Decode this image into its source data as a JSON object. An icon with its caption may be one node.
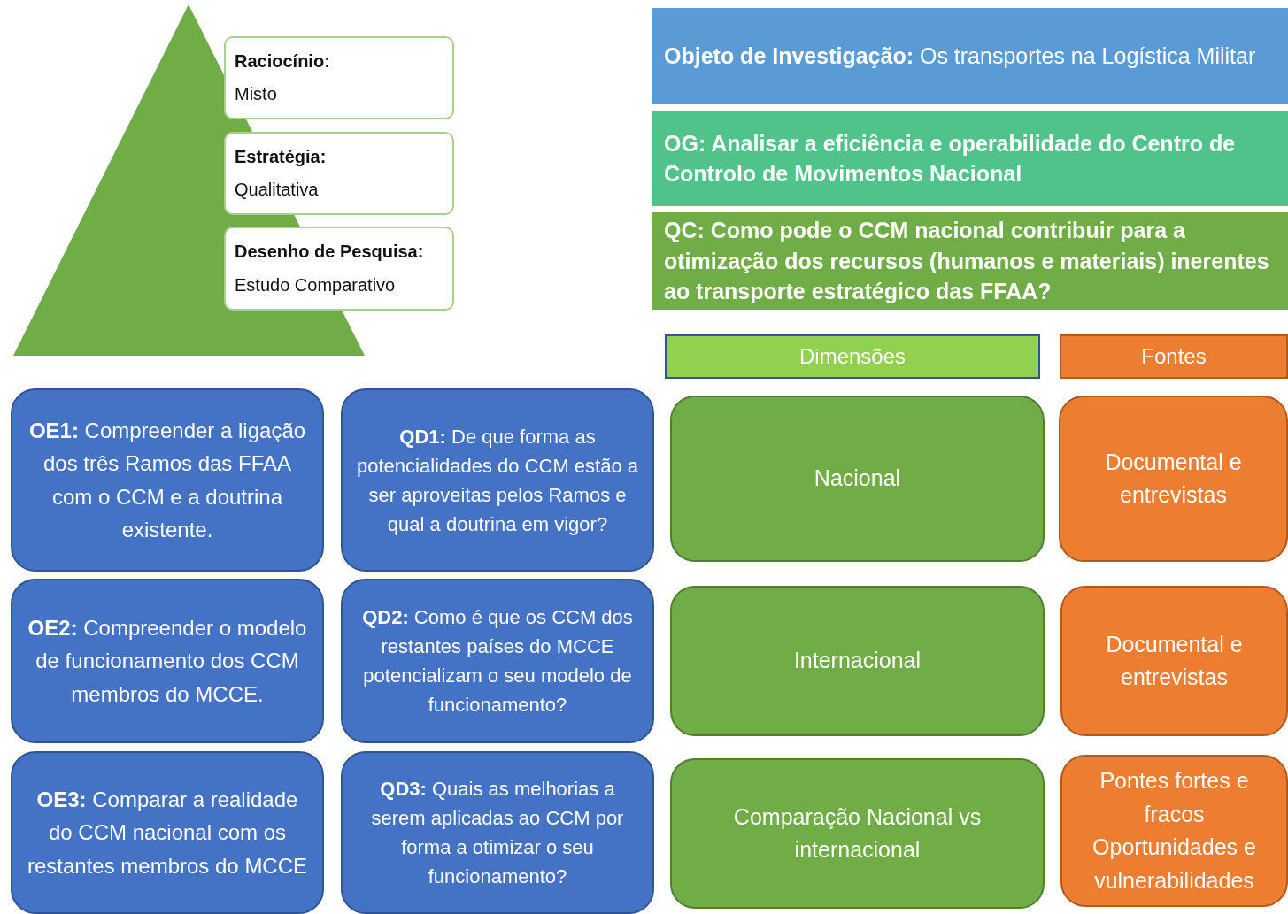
{
  "diagram": {
    "nodes": [
      {
        "text": [
          "Raciocínio:",
          "Misto"
        ]
      },
      {
        "text": [
          "Estratégia:",
          "Qualitativa"
        ]
      },
      {
        "text": [
          "Desenho de Pesquisa:",
          "Estudo Comparativo"
        ]
      },
      {
        "text": [
          "**Objeto de Investigação:** Os transportes na Logística Militar"
        ]
      },
      {
        "text": [
          "OG: Analisar a eficiência e operabilidade do Centro de Controlo de Movimentos Nacional"
        ]
      },
      {
        "text": [
          "QC: Como pode o CCM nacional contribuir para a otimização dos recursos (humanos e materiais) inerentes ao transporte estratégico das FFAA?"
        ]
      },
      {
        "text": [
          "Dimensões"
        ]
      },
      {
        "text": [
          "Fontes"
        ]
      },
      {
        "text": [
          "**OE1:** Compreender a ligação dos três Ramos das FFAA com o CCM e a doutrina existente."
        ]
      },
      {
        "text": [
          "**QD1:** De que forma as potencialidades do CCM estão a ser aproveitas pelos Ramos e qual a doutrina em vigor?"
        ]
      },
      {
        "text": [
          "Nacional"
        ]
      },
      {
        "text": [
          "Documental e entrevistas"
        ]
      },
      {
        "text": [
          "**OE2:** Compreender o modelo de funcionamento dos CCM membros do MCCE."
        ]
      },
      {
        "text": [
          "**QD2:** Como é que os CCM dos restantes países do MCCE potencializam o seu modelo de funcionamento?"
        ]
      },
      {
        "text": [
          "Internacional"
        ]
      },
      {
        "text": [
          "Documental e entrevistas"
        ]
      },
      {
        "text": [
          "**OE3:** Comparar a realidade do CCM nacional com os restantes membros do MCCE"
        ]
      },
      {
        "text": [
          "**QD3:** Quais as melhorias a serem aplicadas ao CCM por forma a otimizar o seu funcionamento?"
        ]
      },
      {
        "text": [
          "Comparação Nacional vs internacional"
        ]
      },
      {
        "text": [
          "Pontes fortes e fracos Oportunidades e vulnerabilidades"
        ]
      }
    ]
  }
}
